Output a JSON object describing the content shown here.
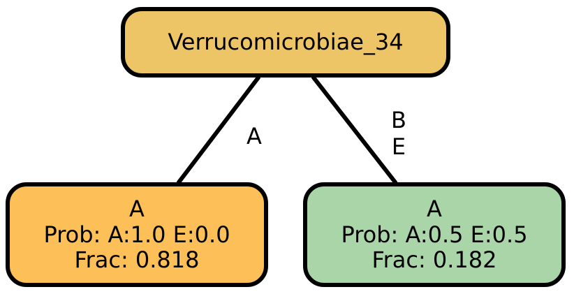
{
  "root": {
    "label": "Verrucomicrobiae_34",
    "color": "#EEC566"
  },
  "edges": [
    {
      "label_lines": [
        "A"
      ]
    },
    {
      "label_lines": [
        "B",
        "E"
      ]
    }
  ],
  "leaves": [
    {
      "class_label": "A",
      "prob_text": "Prob: A:1.0 E:0.0",
      "frac_text": "Frac: 0.818",
      "color": "#FDBF57"
    },
    {
      "class_label": "A",
      "prob_text": "Prob: A:0.5 E:0.5",
      "frac_text": "Frac: 0.182",
      "color": "#AAD5A9"
    }
  ]
}
